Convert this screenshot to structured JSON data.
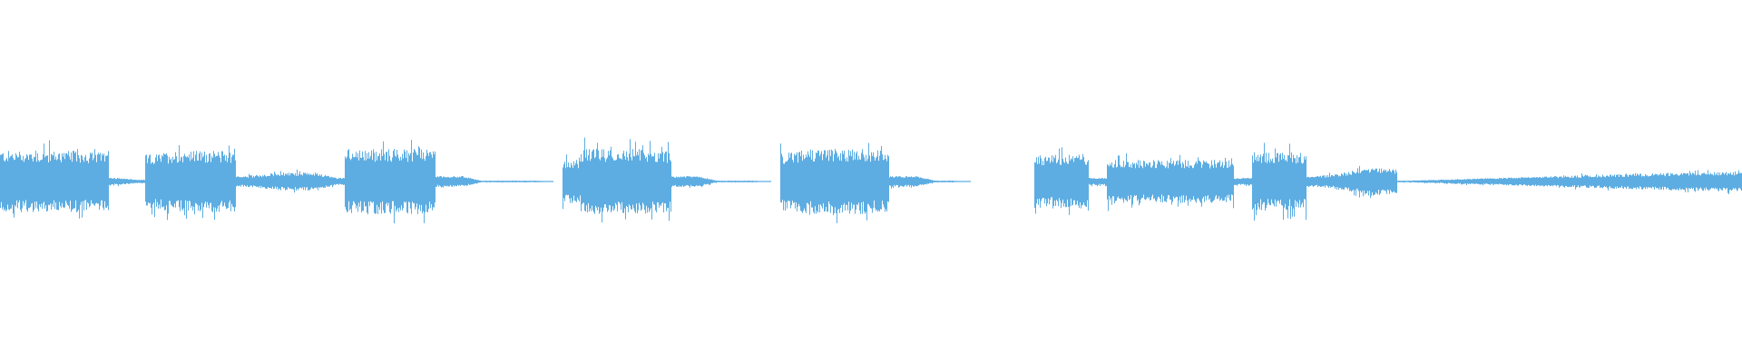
{
  "chart_data": {
    "type": "area",
    "title": "",
    "xlabel": "",
    "ylabel": "",
    "ylim": [
      -1,
      1
    ],
    "grid": false,
    "legend": "none",
    "color": "#5dade2",
    "background": "#ffffff",
    "envelope_bins": 96,
    "envelope": [
      0.17,
      0.17,
      0.17,
      0.17,
      0.17,
      0.16,
      0.02,
      0.01,
      0.15,
      0.17,
      0.17,
      0.17,
      0.17,
      0.03,
      0.04,
      0.05,
      0.05,
      0.05,
      0.02,
      0.18,
      0.18,
      0.18,
      0.18,
      0.18,
      0.03,
      0.03,
      0.005,
      0.005,
      0.005,
      0.005,
      0,
      0.12,
      0.18,
      0.18,
      0.18,
      0.18,
      0.17,
      0.03,
      0.03,
      0.005,
      0.005,
      0.005,
      0,
      0.16,
      0.18,
      0.18,
      0.18,
      0.18,
      0.17,
      0.03,
      0.03,
      0.005,
      0.005,
      0,
      0,
      0,
      0,
      0.14,
      0.15,
      0.15,
      0.02,
      0.12,
      0.12,
      0.12,
      0.12,
      0.12,
      0.12,
      0.12,
      0.02,
      0.16,
      0.16,
      0.16,
      0.03,
      0.04,
      0.06,
      0.08,
      0.07,
      0.005,
      0.008,
      0.011,
      0.014,
      0.017,
      0.02,
      0.023,
      0.026,
      0.029,
      0.032,
      0.035,
      0.038,
      0.041,
      0.044,
      0.047,
      0.05,
      0.052,
      0.054,
      0.055
    ]
  }
}
